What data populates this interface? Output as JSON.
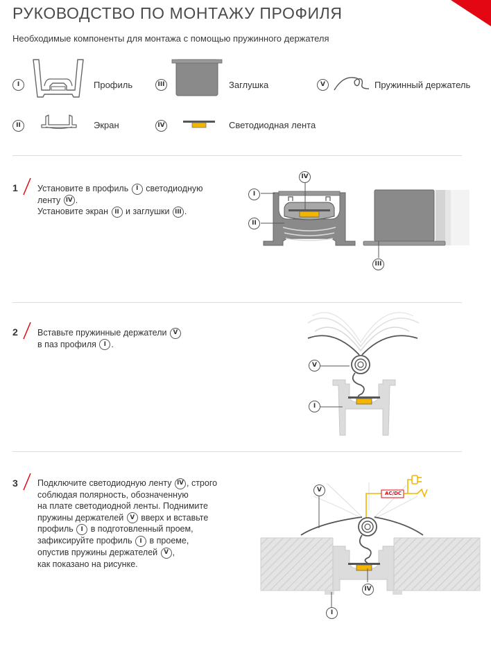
{
  "header": {
    "title": "РУКОВОДСТВО ПО МОНТАЖУ ПРОФИЛЯ",
    "subtitle": "Необходимые компоненты для монтажа с помощью пружинного держателя"
  },
  "colors": {
    "accent": "#e30613",
    "led": "#f2b600",
    "profile_light": "#d8d8d8",
    "profile_dark": "#7a7a7a"
  },
  "components": [
    {
      "id": "I",
      "label": "Профиль"
    },
    {
      "id": "II",
      "label": "Экран"
    },
    {
      "id": "III",
      "label": "Заглушка"
    },
    {
      "id": "IV",
      "label": "Светодиодная лента"
    },
    {
      "id": "V",
      "label": "Пружинный держатель"
    }
  ],
  "steps": [
    {
      "number": "1",
      "lines": [
        {
          "t1": "Установите в профиль ",
          "b1": "I",
          "t2": " светодиодную"
        },
        {
          "t1": "ленту ",
          "b1": "IV",
          "t2": "."
        },
        {
          "t1": "Установите экран ",
          "b1": "II",
          "t2": " и заглушки ",
          "b2": "III",
          "t3": "."
        }
      ]
    },
    {
      "number": "2",
      "lines": [
        {
          "t1": "Вставьте пружинные держатели ",
          "b1": "V"
        },
        {
          "t1": "в паз профиля ",
          "b1": "I",
          "t2": "."
        }
      ]
    },
    {
      "number": "3",
      "lines": [
        {
          "t1": "Подключите светодиодную ленту ",
          "b1": "IV",
          "t2": ", строго"
        },
        {
          "t1": "соблюдая полярность, обозначенную"
        },
        {
          "t1": "на плате светодиодной ленты. Поднимите"
        },
        {
          "t1": "пружины держателей ",
          "b1": "V",
          "t2": " вверх и вставьте"
        },
        {
          "t1": "профиль ",
          "b1": "I",
          "t2": " в подготовленный проем,"
        },
        {
          "t1": "зафиксируйте профиль ",
          "b1": "I",
          "t2": " в проеме,"
        },
        {
          "t1": "опустив пружины держателей ",
          "b1": "V",
          "t2": ","
        },
        {
          "t1": "как показано на рисунке."
        }
      ]
    }
  ],
  "figures": {
    "step1": {
      "callouts": [
        "I",
        "IV",
        "II",
        "III"
      ]
    },
    "step2": {
      "callouts": [
        "V",
        "I"
      ]
    },
    "step3": {
      "callouts": [
        "V",
        "I",
        "IV"
      ],
      "power_label": "AC/DC"
    }
  }
}
